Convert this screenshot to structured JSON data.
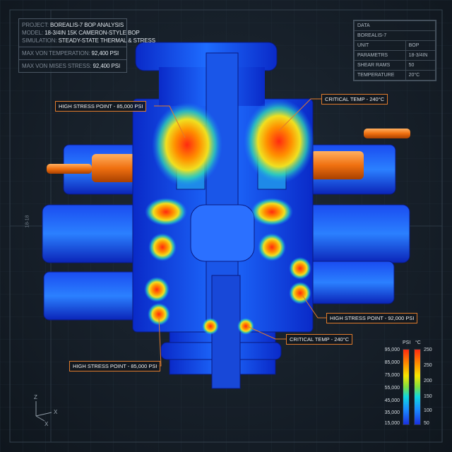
{
  "info_panel": {
    "project_label": "PROJECT:",
    "project": "BOREALIS-7 BOP ANALYSIS",
    "model_label": "MODEL:",
    "model": "18-3/4IN 15K CAMERON-STYLE BOP",
    "simulation_label": "SIMULATION:",
    "simulation": "STEADY-STATE THERMAL & STRESS",
    "max_temp_label": "MAX VON TEMPERATION:",
    "max_temp": "92,400 PSI",
    "max_stress_label": "MAX VON MISES STRESS:",
    "max_stress": "92,400 PSI"
  },
  "data_table": {
    "title": "DATA",
    "subtitle": "BOREALIS-7",
    "rows": [
      {
        "key": "UNIT",
        "value": "BOP"
      },
      {
        "key": "PARAMETRS",
        "value": "18-3/4IN"
      },
      {
        "key": "SHEAR RAMS",
        "value": "50"
      },
      {
        "key": "TEMPERATURE",
        "value": "20°C"
      }
    ]
  },
  "callouts": [
    {
      "text": "HIGH STRESS POINT - 85,000 PSI"
    },
    {
      "text": "CRITICAL TEMP - 240°C"
    },
    {
      "text": "HIGH STRESS POINT - 92,000 PSI"
    },
    {
      "text": "CRITICAL TEMP - 240°C"
    },
    {
      "text": "HIGH STRESS POINT - 85,000 PSI"
    }
  ],
  "legend": {
    "psi_label": "PSI",
    "temp_label": "°C",
    "psi_ticks": [
      "95,000",
      "85,000",
      "75,000",
      "55,000",
      "45,000",
      "35,000",
      "15,000"
    ],
    "temp_ticks": [
      "250",
      "250",
      "200",
      "150",
      "100",
      "50"
    ]
  },
  "dimension_label": "18-18",
  "axes": {
    "z": "Z",
    "x1": "X",
    "x2": "X"
  },
  "colors": {
    "hot": "#ff2a10",
    "warm": "#f7e600",
    "cool": "#1a5cff",
    "accent": "#e07b2c"
  }
}
